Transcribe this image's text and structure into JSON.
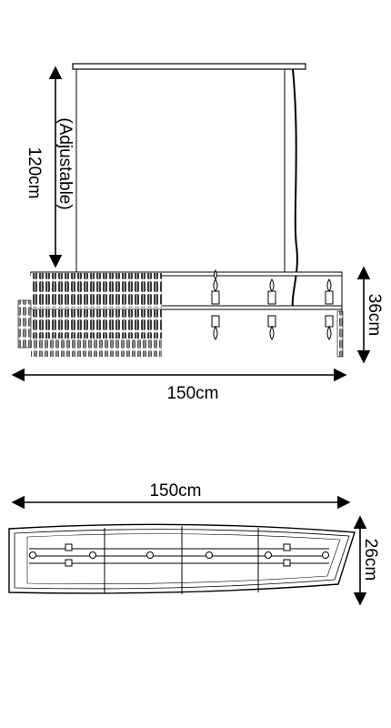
{
  "side_view": {
    "height_value": "120cm",
    "height_note": "(Adjustable)",
    "body_height": "36cm",
    "width": "150cm"
  },
  "top_view": {
    "width": "150cm",
    "depth": "26cm"
  }
}
